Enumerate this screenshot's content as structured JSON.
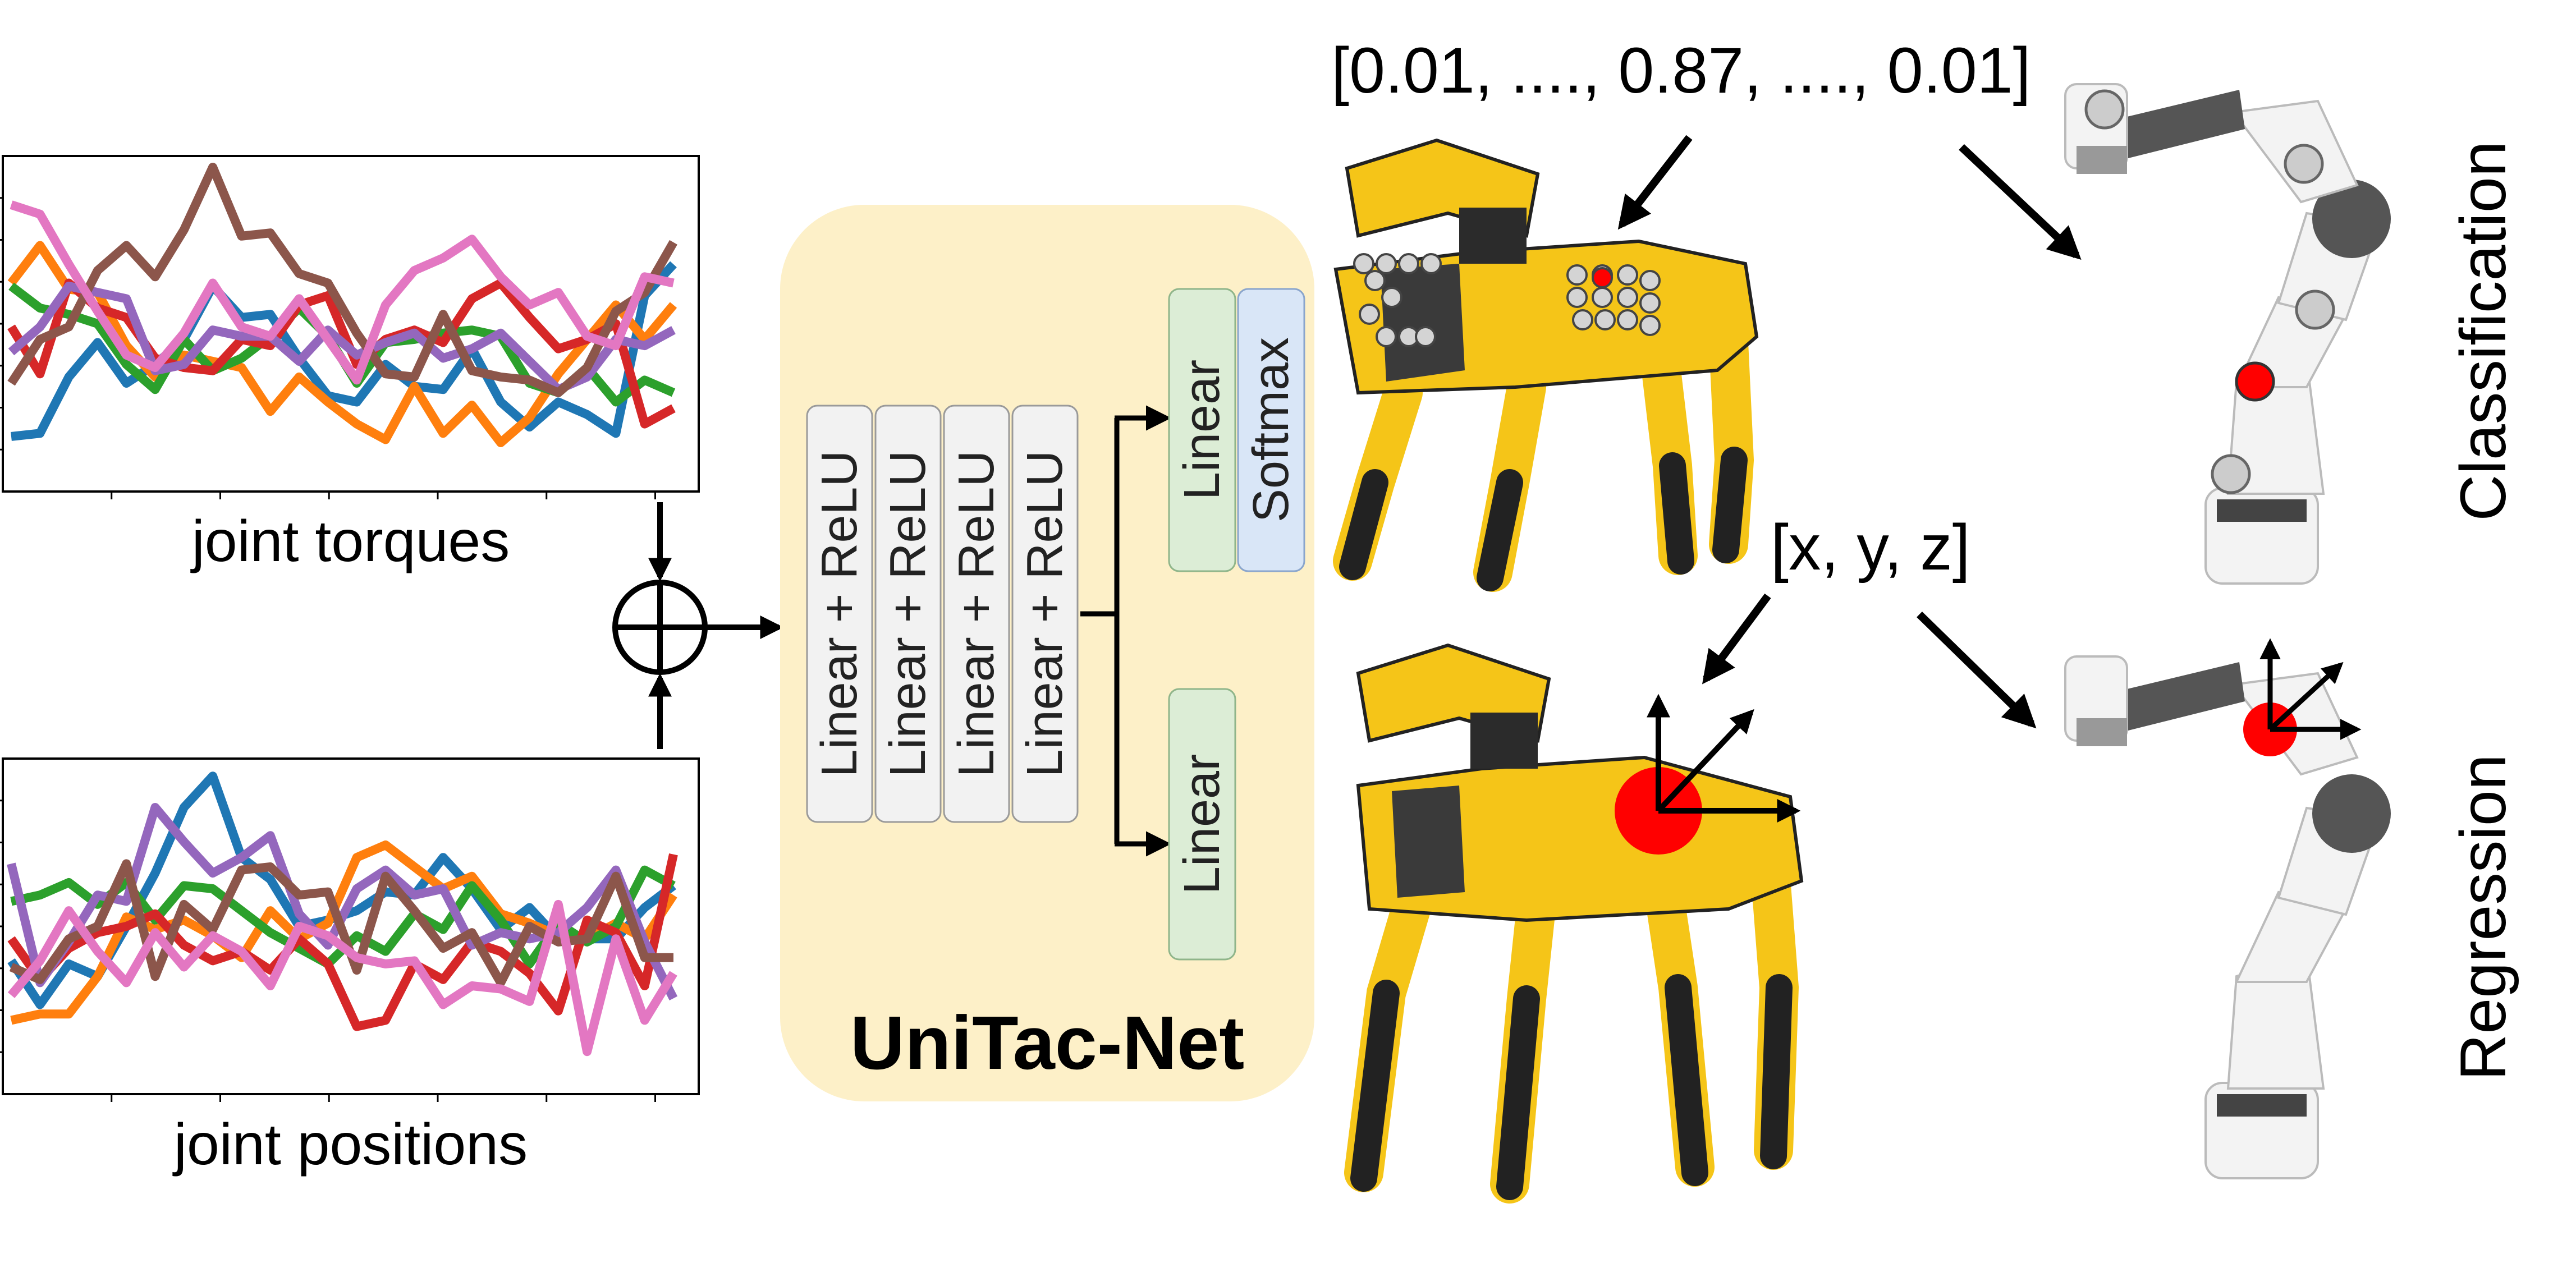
{
  "plots": {
    "torques": {
      "label": "joint torques",
      "series": [
        {
          "color": "#1f77b4",
          "values": [
            14,
            15,
            33,
            44,
            31,
            37,
            45,
            62,
            52,
            53,
            39,
            27,
            25,
            37,
            30,
            29,
            42,
            25,
            17,
            25,
            21,
            15,
            59,
            69
          ]
        },
        {
          "color": "#ff7f0e",
          "values": [
            63,
            75,
            61,
            60,
            43,
            33,
            40,
            38,
            36,
            22,
            33,
            25,
            18,
            13,
            30,
            15,
            24,
            12,
            20,
            34,
            45,
            56,
            45,
            56
          ]
        },
        {
          "color": "#2ca02c",
          "values": [
            62,
            55,
            53,
            50,
            37,
            29,
            45,
            35,
            39,
            46,
            55,
            46,
            31,
            44,
            45,
            47,
            48,
            46,
            31,
            28,
            36,
            25,
            32,
            28
          ]
        },
        {
          "color": "#d62728",
          "values": [
            49,
            34,
            63,
            55,
            52,
            39,
            36,
            35,
            45,
            43,
            56,
            59,
            37,
            45,
            48,
            44,
            58,
            63,
            52,
            42,
            45,
            50,
            18,
            23
          ]
        },
        {
          "color": "#9467bd",
          "values": [
            41,
            49,
            62,
            60,
            58,
            35,
            37,
            48,
            46,
            46,
            38,
            48,
            40,
            44,
            47,
            39,
            42,
            47,
            38,
            29,
            33,
            45,
            43,
            48
          ]
        },
        {
          "color": "#8c564b",
          "values": [
            31,
            45,
            49,
            67,
            75,
            65,
            80,
            100,
            78,
            79,
            66,
            63,
            47,
            34,
            33,
            53,
            35,
            33,
            32,
            28,
            36,
            54,
            60,
            76
          ]
        },
        {
          "color": "#e377c2",
          "values": [
            88,
            85,
            69,
            54,
            40,
            36,
            47,
            63,
            49,
            46,
            58,
            45,
            32,
            56,
            67,
            71,
            77,
            65,
            56,
            60,
            46,
            43,
            65,
            63
          ]
        }
      ]
    },
    "positions": {
      "label": "joint positions",
      "series": [
        {
          "color": "#1f77b4",
          "values": [
            39,
            25,
            38,
            34,
            50,
            67,
            88,
            98,
            72,
            65,
            50,
            52,
            55,
            61,
            60,
            72,
            62,
            49,
            56,
            46,
            46,
            46,
            56,
            63
          ]
        },
        {
          "color": "#ff7f0e",
          "values": [
            20,
            22,
            22,
            34,
            53,
            49,
            52,
            47,
            40,
            55,
            46,
            51,
            72,
            76,
            69,
            62,
            66,
            54,
            51,
            47,
            46,
            51,
            46,
            60
          ]
        },
        {
          "color": "#2ca02c",
          "values": [
            58,
            60,
            64,
            57,
            64,
            52,
            63,
            62,
            55,
            48,
            43,
            38,
            47,
            42,
            54,
            49,
            63,
            52,
            38,
            51,
            45,
            50,
            68,
            63
          ]
        },
        {
          "color": "#d62728",
          "values": [
            46,
            33,
            43,
            48,
            50,
            54,
            44,
            39,
            42,
            36,
            46,
            38,
            18,
            20,
            38,
            33,
            45,
            42,
            35,
            23,
            52,
            48,
            31,
            73
          ]
        },
        {
          "color": "#9467bd",
          "values": [
            70,
            32,
            45,
            60,
            58,
            88,
            77,
            67,
            72,
            79,
            54,
            44,
            62,
            68,
            60,
            62,
            44,
            48,
            46,
            48,
            56,
            68,
            45,
            27
          ]
        },
        {
          "color": "#8c564b",
          "values": [
            37,
            33,
            46,
            50,
            70,
            34,
            57,
            49,
            68,
            69,
            60,
            61,
            36,
            66,
            55,
            43,
            48,
            32,
            50,
            45,
            46,
            66,
            40,
            40
          ]
        },
        {
          "color": "#e377c2",
          "values": [
            28,
            39,
            55,
            42,
            32,
            48,
            37,
            47,
            42,
            31,
            50,
            47,
            40,
            38,
            39,
            25,
            31,
            30,
            26,
            57,
            10,
            46,
            20,
            35
          ]
        }
      ]
    }
  },
  "network": {
    "title": "UniTac-Net",
    "hidden_layers": [
      "Linear + ReLU",
      "Linear + ReLU",
      "Linear + ReLU",
      "Linear + ReLU"
    ],
    "class_head": {
      "linear": "Linear",
      "activation": "Softmax"
    },
    "reg_head": {
      "linear": "Linear"
    }
  },
  "outputs": {
    "classification": {
      "vector_label": "[0.01, ...., 0.87, ...., 0.01]",
      "task_label": "Classification"
    },
    "regression": {
      "coord_label": "[x, y, z]",
      "task_label": "Regression"
    }
  },
  "colors": {
    "panel_bg": "#fdf0c8",
    "hidden_box": "#f2f2f2",
    "linear_box": "#dcedd6",
    "softmax_box": "#d9e6f7",
    "contact": "#ff0000",
    "robot_yellow": "#f5c518",
    "robot_dark": "#222222",
    "arm_white": "#f3f3f3",
    "arm_dark": "#555555"
  }
}
